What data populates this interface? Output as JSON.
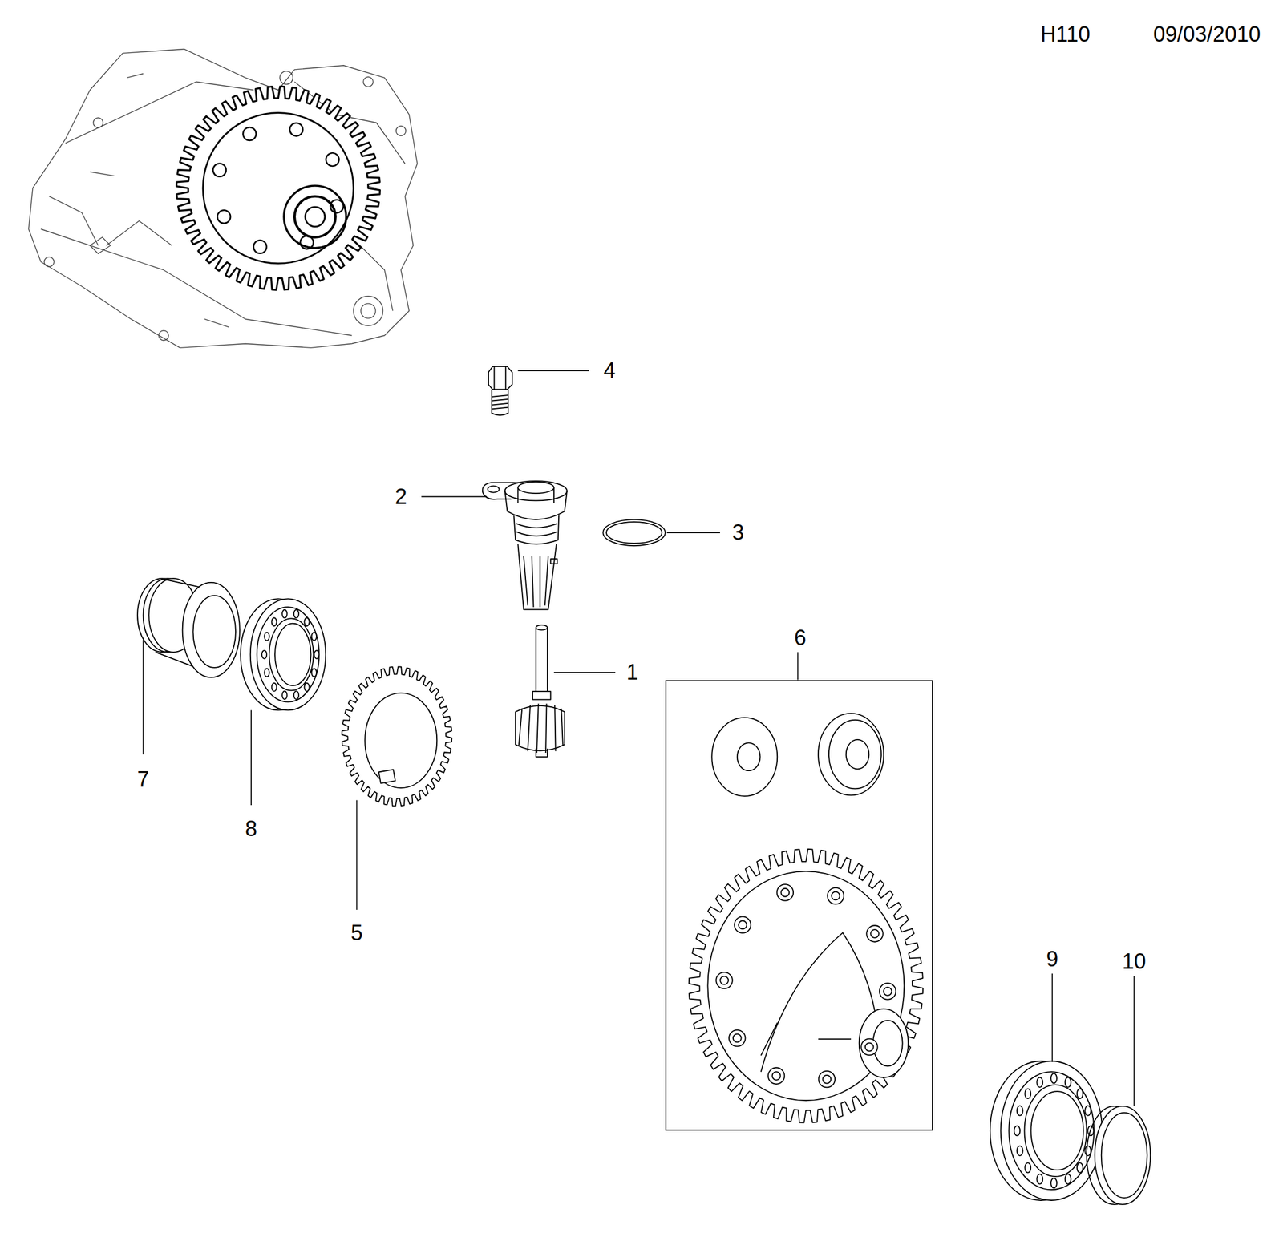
{
  "diagram": {
    "nodes": [
      {
        "text": [
          "6"
        ]
      }
    ],
    "edges": [],
    "labels": [
      "H110",
      "09/03/2010",
      "4",
      "2",
      "3",
      "1",
      "7",
      "8",
      "5",
      "9",
      "10"
    ]
  }
}
